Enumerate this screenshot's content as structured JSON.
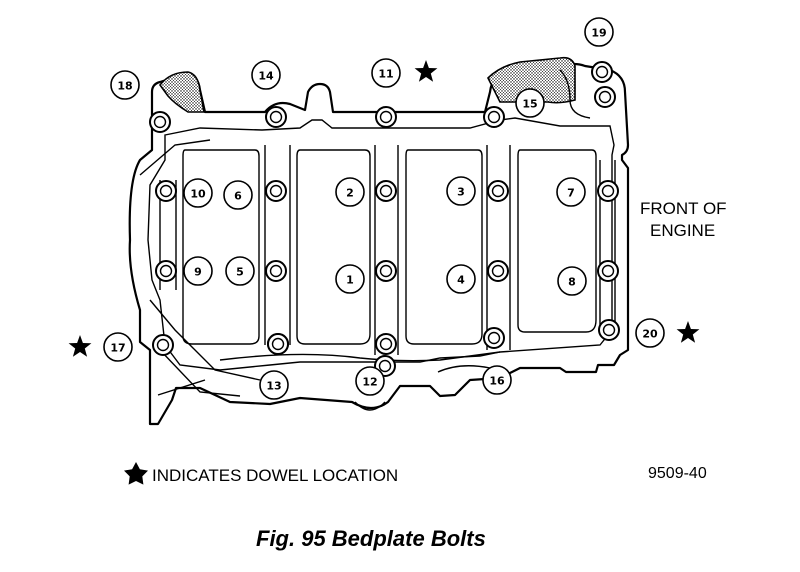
{
  "diagram": {
    "front_label_line1": "FRONT OF",
    "front_label_line2": "ENGINE",
    "legend_text": "INDICATES DOWEL LOCATION",
    "part_number": "9509-40",
    "caption": "Fig. 95 Bedplate Bolts"
  },
  "callouts": [
    {
      "id": "1",
      "label": "1"
    },
    {
      "id": "2",
      "label": "2"
    },
    {
      "id": "3",
      "label": "3"
    },
    {
      "id": "4",
      "label": "4"
    },
    {
      "id": "5",
      "label": "5"
    },
    {
      "id": "6",
      "label": "6"
    },
    {
      "id": "7",
      "label": "7"
    },
    {
      "id": "8",
      "label": "8"
    },
    {
      "id": "9",
      "label": "9"
    },
    {
      "id": "10",
      "label": "10"
    },
    {
      "id": "11",
      "label": "11"
    },
    {
      "id": "12",
      "label": "12"
    },
    {
      "id": "13",
      "label": "13"
    },
    {
      "id": "14",
      "label": "14"
    },
    {
      "id": "15",
      "label": "15"
    },
    {
      "id": "16",
      "label": "16"
    },
    {
      "id": "17",
      "label": "17"
    },
    {
      "id": "18",
      "label": "18"
    },
    {
      "id": "19",
      "label": "19"
    },
    {
      "id": "20",
      "label": "20"
    }
  ],
  "dowel_markers": [
    "11",
    "17",
    "20"
  ]
}
